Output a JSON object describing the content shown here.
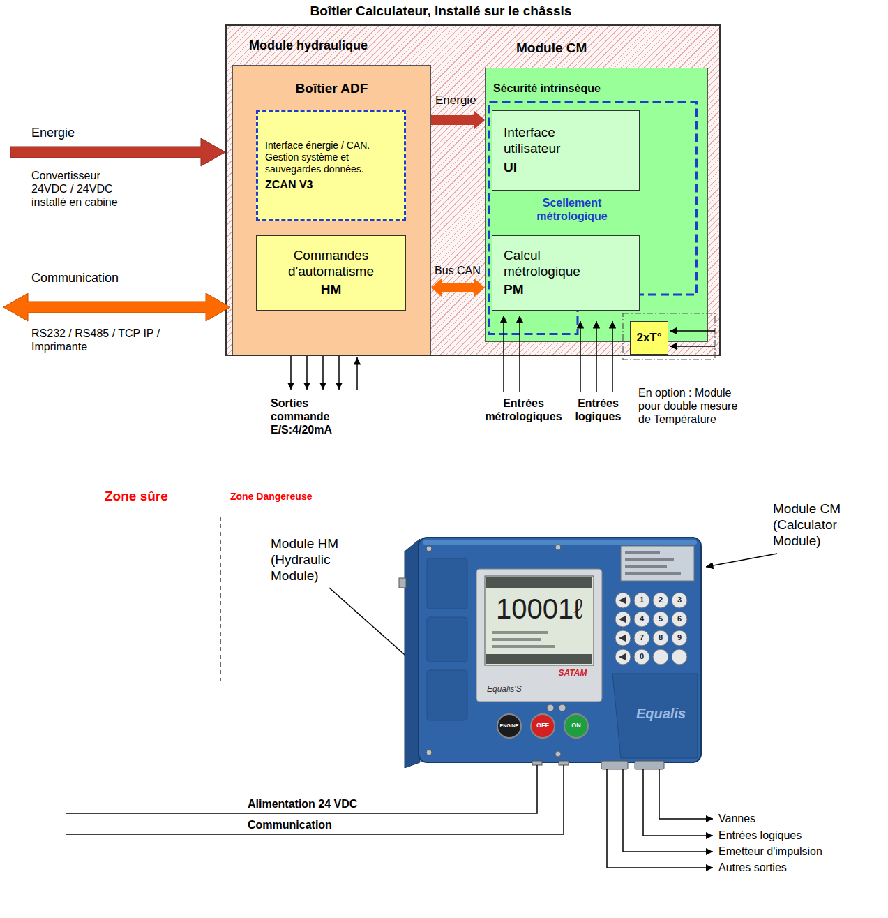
{
  "diagram": {
    "nodes": [
      {
        "text": [
          "Boîtier Calculateur, installé sur le châssis"
        ]
      },
      {
        "text": [
          "Module hydraulique",
          "Boîtier ADF"
        ],
        "in": 0
      },
      {
        "text": [
          "Interface énergie / CAN. Gestion système et sauvegardes données.",
          "ZCAN V3"
        ],
        "in": 1
      },
      {
        "text": [
          "Commandes d'automatisme",
          "HM"
        ],
        "in": 1
      },
      {
        "text": [
          "Module CM",
          "Sécurité intrinsèque"
        ],
        "in": 0
      },
      {
        "text": [
          "Scellement métrologique"
        ],
        "in": 4
      },
      {
        "text": [
          "Interface utilisateur",
          "UI"
        ],
        "in": 5
      },
      {
        "text": [
          "Calcul métrologique",
          "PM"
        ],
        "in": 5
      },
      {
        "text": [
          "2xT°"
        ]
      }
    ],
    "edges": [
      {
        "from": 1,
        "to": 4,
        "arrow": "to",
        "label": "Energie"
      },
      {
        "from": 1,
        "to": 4,
        "arrow": "both",
        "label": "Bus CAN"
      }
    ],
    "labels": [
      "Energie",
      "Convertisseur 24VDC / 24VDC installé en cabine",
      "Communication",
      "RS232 / RS485 / TCP IP / Imprimante",
      "Sorties commande E/S:4/20mA",
      "Entrées métrologiques",
      "Entrées logiques",
      "En option : Module pour double mesure de Température",
      "Zone sûre",
      "Zone Dangereuse",
      "Module HM (Hydraulic Module)",
      "Module CM (Calculator Module)",
      "Alimentation 24 VDC",
      "Communication",
      "Vannes",
      "Entrées logiques",
      "Emetteur d'impulsion",
      "Autres sorties",
      "10001ℓ",
      "SATAM",
      "Equalis'S",
      "ENGINE",
      "OFF",
      "ON",
      "Equalis",
      "1",
      "2",
      "3",
      "4",
      "5",
      "6",
      "7",
      "8",
      "9",
      "0"
    ]
  }
}
